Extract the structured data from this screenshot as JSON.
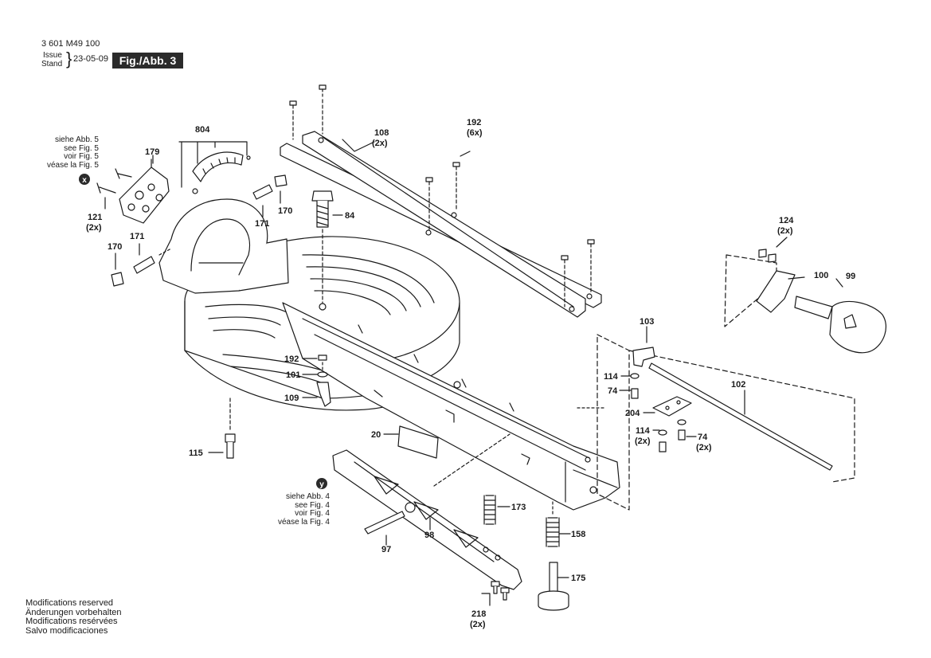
{
  "header": {
    "part_number": "3 601 M49 100",
    "issue_label": "Issue",
    "stand_label": "Stand",
    "date": "23-05-09",
    "figure": "Fig./Abb. 3"
  },
  "notes": {
    "see_fig5": [
      "siehe Abb. 5",
      "see Fig. 5",
      "voir Fig. 5",
      "véase la Fig. 5"
    ],
    "see_fig4": [
      "siehe Abb. 4",
      "see Fig. 4",
      "voir Fig. 4",
      "véase la Fig. 4"
    ]
  },
  "markers": {
    "x": "x",
    "y": "y"
  },
  "footer": [
    "Modifications reserved",
    "Änderungen vorbehalten",
    "Modifications resérvées",
    "Salvo modificaciones"
  ],
  "labels": {
    "l804": "804",
    "l179": "179",
    "l121": "121",
    "l121q": "(2x)",
    "l170a": "170",
    "l171a": "171",
    "l171b": "171",
    "l170b": "170",
    "l84": "84",
    "l108": "108",
    "l108q": "(2x)",
    "l192a": "192",
    "l192aq": "(6x)",
    "l124": "124",
    "l124q": "(2x)",
    "l100": "100",
    "l99": "99",
    "l103": "103",
    "l114a": "114",
    "l74a": "74",
    "l102": "102",
    "l204": "204",
    "l114b": "114",
    "l114bq": "(2x)",
    "l74b": "74",
    "l74bq": "(2x)",
    "l192b": "192",
    "l101": "101",
    "l109": "109",
    "l20": "20",
    "l115": "115",
    "l173": "173",
    "l158": "158",
    "l175": "175",
    "l97": "97",
    "l98": "98",
    "l218": "218",
    "l218q": "(2x)"
  }
}
